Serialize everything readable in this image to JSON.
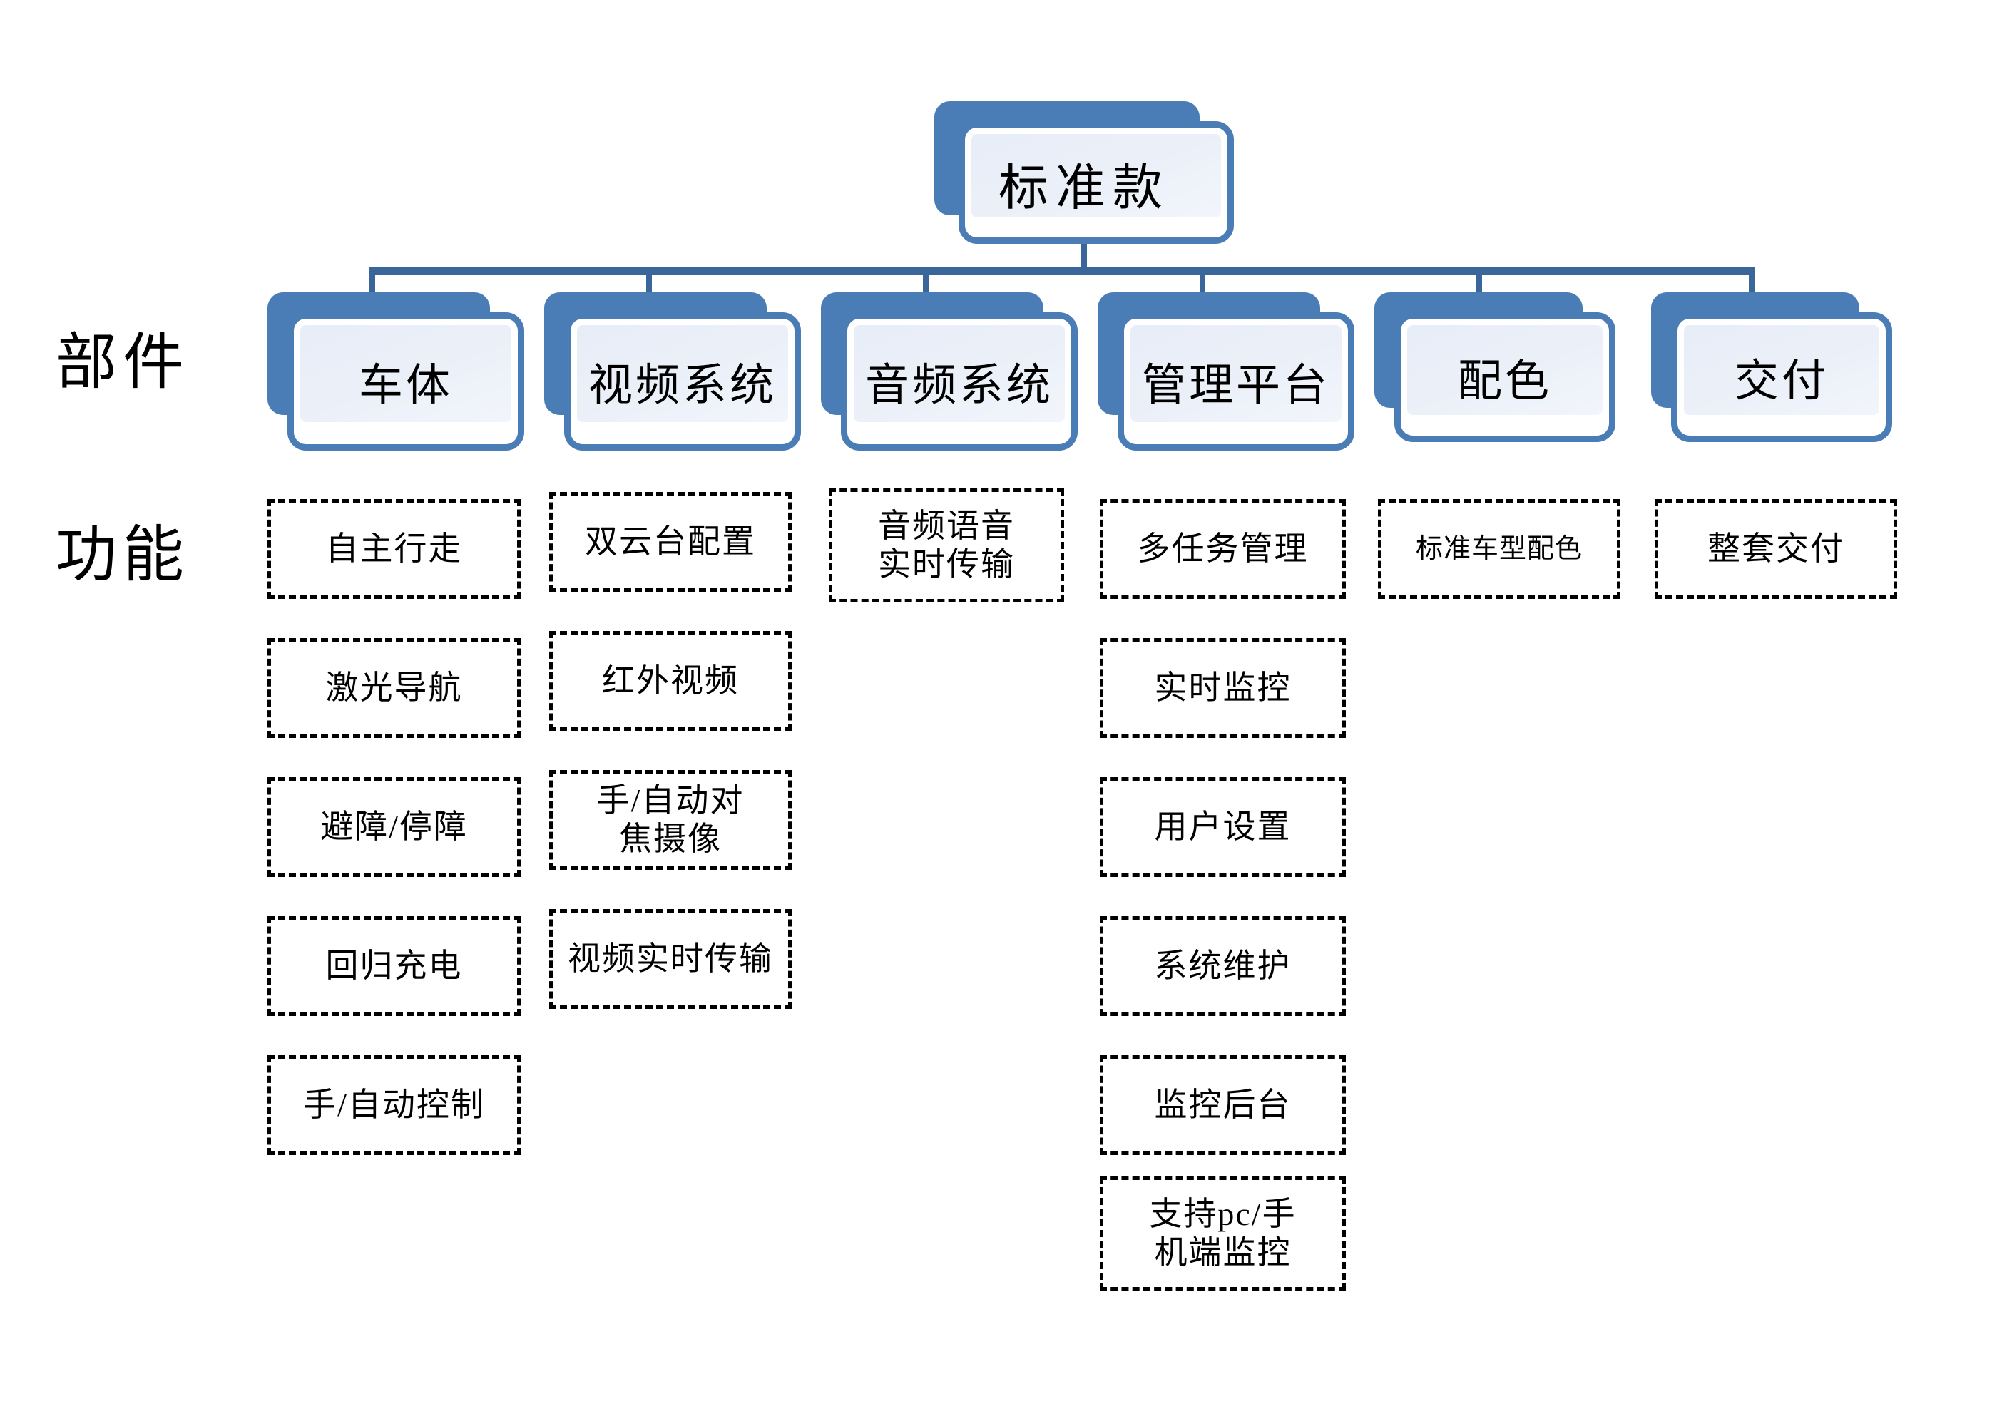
{
  "diagram": {
    "title": "标准款",
    "accent_color": "#4A7CB5",
    "connector_color": "#3B6699",
    "row_labels": {
      "components": "部件",
      "functions": "功能"
    },
    "root": {
      "label": "标准款"
    },
    "components": [
      {
        "label": "车体"
      },
      {
        "label": "视频系统"
      },
      {
        "label": "音频系统"
      },
      {
        "label": "管理平台"
      },
      {
        "label": "配色"
      },
      {
        "label": "交付"
      }
    ],
    "functions": [
      {
        "component": "车体",
        "items": [
          {
            "label": "自主行走"
          },
          {
            "label": "激光导航"
          },
          {
            "label": "避障/停障"
          },
          {
            "label": "回归充电"
          },
          {
            "label": "手/自动控制"
          }
        ]
      },
      {
        "component": "视频系统",
        "items": [
          {
            "label": "双云台配置"
          },
          {
            "label": "红外视频"
          },
          {
            "label": "手/自动对\n焦摄像"
          },
          {
            "label": "视频实时传输"
          }
        ]
      },
      {
        "component": "音频系统",
        "items": [
          {
            "label": "音频语音\n实时传输"
          }
        ]
      },
      {
        "component": "管理平台",
        "items": [
          {
            "label": "多任务管理"
          },
          {
            "label": "实时监控"
          },
          {
            "label": "用户设置"
          },
          {
            "label": "系统维护"
          },
          {
            "label": "监控后台"
          },
          {
            "label": "支持pc/手\n机端监控"
          }
        ]
      },
      {
        "component": "配色",
        "items": [
          {
            "label": "标准车型配色"
          }
        ]
      },
      {
        "component": "交付",
        "items": [
          {
            "label": "整套交付"
          }
        ]
      }
    ]
  }
}
